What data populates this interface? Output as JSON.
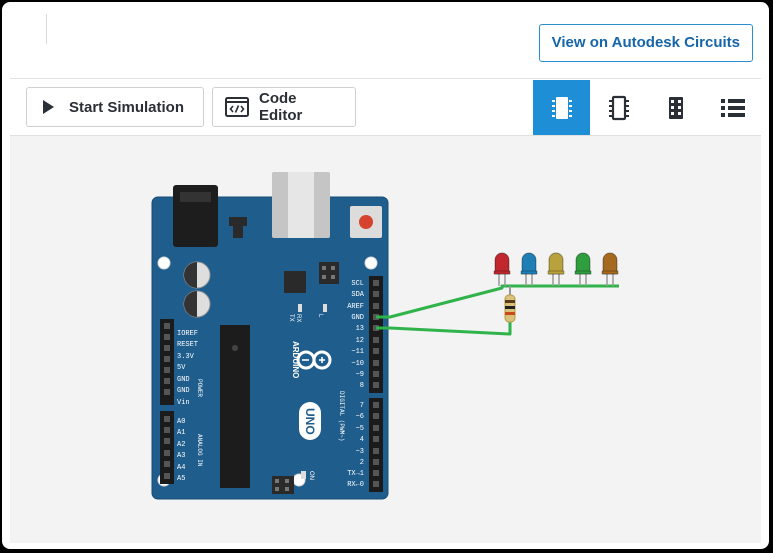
{
  "header": {
    "view_button_label": "View on Autodesk Circuits"
  },
  "toolbar": {
    "start_simulation_label": "Start Simulation",
    "code_editor_label": "Code Editor",
    "view_modes": [
      {
        "icon": "component-chip-icon",
        "active": true
      },
      {
        "icon": "schematic-chip-icon",
        "active": false
      },
      {
        "icon": "breadboard-chip-icon",
        "active": false
      },
      {
        "icon": "list-icon",
        "active": false
      }
    ]
  },
  "board": {
    "name": "ARDUINO",
    "model": "UNO",
    "left_header_labels": [
      "IOREF",
      "RESET",
      "3.3V",
      "5V",
      "GND",
      "GND",
      "Vin"
    ],
    "power_label": "POWER",
    "analog_pins": [
      "A0",
      "A1",
      "A2",
      "A3",
      "A4",
      "A5"
    ],
    "analog_label": "ANALOG IN",
    "right_header_top": [
      "SCL",
      "SDA",
      "AREF",
      "GND",
      "13",
      "12",
      "~11",
      "~10",
      "~9",
      "8"
    ],
    "right_header_bottom": [
      "7",
      "~6",
      "~5",
      "4",
      "~3",
      "2",
      "TX→1",
      "RX←0"
    ],
    "digital_label": "DIGITAL (PWM~)",
    "tx_label": "TX",
    "rx_label": "RX",
    "on_label": "ON",
    "l_label": "L"
  },
  "leds": [
    {
      "color": "#c0282d"
    },
    {
      "color": "#1f7fb5"
    },
    {
      "color": "#b9a13b"
    },
    {
      "color": "#2f9e3f"
    },
    {
      "color": "#a56a1f"
    }
  ],
  "colors": {
    "accent": "#1e8fd6",
    "board": "#1f5d8c",
    "wire": "#2fb34a"
  }
}
